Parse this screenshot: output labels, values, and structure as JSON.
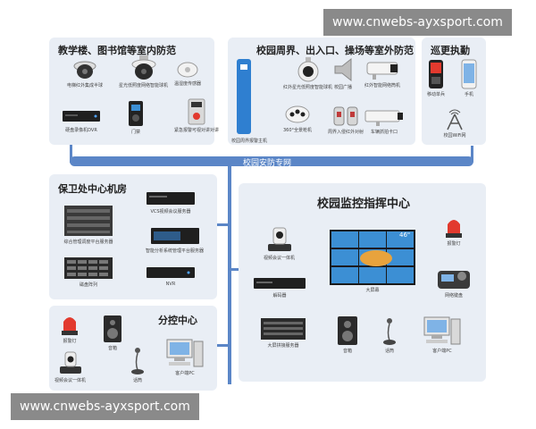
{
  "watermark_top": "www.cnwebs-ayxsport.com",
  "watermark_bottom": "www.cnwebs-ayxsport.com",
  "bus_label": "校园安防专网",
  "panels": {
    "indoor": {
      "title": "教学楼、图书馆等室内防范",
      "devices": [
        "电梯红外集成半球",
        "星光低照度网络智能球机",
        "温湿度传感器",
        "硬盘录像机DVR",
        "门禁",
        "紧急报警可视对讲对讲"
      ]
    },
    "outdoor": {
      "title": "校园周界、出入口、操场等室外防范",
      "devices": [
        "红外星光低照度智能球机",
        "校园广播",
        "红外智能网络筒机",
        "校园周界报警主机",
        "360°全景枪机",
        "周界入侵红外对射",
        "车辆抓拍卡口"
      ]
    },
    "patrol": {
      "title": "巡更执勤",
      "devices": [
        "移动单兵",
        "手机",
        "校园WiFi网"
      ]
    },
    "security_room": {
      "title": "保卫处中心机房",
      "devices": [
        "综合管理调度平台服务器",
        "VCS视频会议服务器",
        "智能分析系统管理平台服务器",
        "磁盘阵列",
        "NVR"
      ]
    },
    "command_center": {
      "title": "校园监控指挥中心",
      "devices": [
        "视频会议一体机",
        "解码器",
        "大屏幕",
        "报警灯",
        "网络键盘",
        "大屏拼接服务器",
        "音箱",
        "话筒",
        "客户端PC"
      ],
      "screen_badge": "46\""
    },
    "sub_center": {
      "title": "分控中心",
      "devices": [
        "报警灯",
        "音箱",
        "视频会议一体机",
        "话筒",
        "客户端PC"
      ]
    }
  },
  "colors": {
    "bus": "#5b86c7",
    "panel": "#e9eef5",
    "alarm_red": "#e23a2e",
    "screen_blue": "#3c8fd4"
  }
}
